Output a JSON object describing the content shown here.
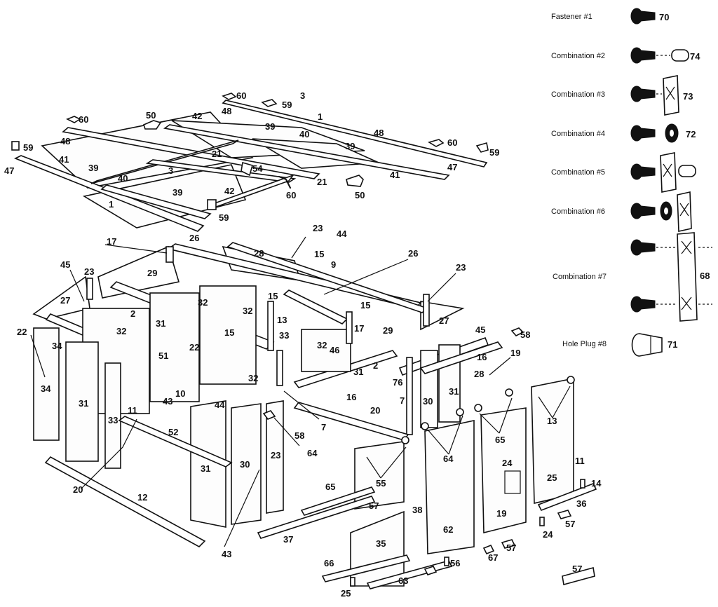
{
  "colors": {
    "ink": "#111111",
    "paper": "#ffffff"
  },
  "icons": {
    "screw": "screw-icon",
    "cap_nut": "cap-nut-icon",
    "washer": "washer-icon",
    "seal": "seal-icon",
    "hole_plug": "hole-plug-icon"
  },
  "legend": {
    "fastener1": {
      "label": "Fastener #1",
      "part": "70"
    },
    "combo2": {
      "label": "Combination #2",
      "part": "74"
    },
    "combo3": {
      "label": "Combination #3",
      "part": "73"
    },
    "combo4": {
      "label": "Combination #4",
      "part": "72"
    },
    "combo5": {
      "label": "Combination #5"
    },
    "combo6": {
      "label": "Combination #6"
    },
    "combo7": {
      "label": "Combination #7",
      "part": "68"
    },
    "plug8": {
      "label": "Hole Plug  #8",
      "part": "71"
    }
  },
  "callouts": {
    "roof": [
      "60",
      "3",
      "59",
      "48",
      "1",
      "60",
      "50",
      "42",
      "39",
      "40",
      "48",
      "59",
      "41",
      "39",
      "21",
      "3",
      "54",
      "40",
      "39",
      "42",
      "47",
      "1",
      "60",
      "59",
      "39",
      "48",
      "60",
      "59",
      "47",
      "21",
      "41",
      "50"
    ],
    "frame": [
      "17",
      "26",
      "23",
      "44",
      "28",
      "45",
      "23",
      "29",
      "15",
      "9",
      "26",
      "23",
      "27",
      "2",
      "32",
      "32",
      "15",
      "15",
      "13",
      "17",
      "29",
      "27",
      "45",
      "22",
      "32",
      "31",
      "15",
      "33",
      "32",
      "46",
      "58",
      "51",
      "22",
      "31",
      "2",
      "16",
      "19",
      "34",
      "32",
      "28",
      "76",
      "34",
      "31",
      "10",
      "16",
      "30",
      "43",
      "44",
      "7",
      "20",
      "11",
      "52",
      "31",
      "33",
      "31",
      "30",
      "23",
      "7",
      "58",
      "64",
      "64",
      "65",
      "13",
      "20",
      "12",
      "65",
      "55",
      "24",
      "11",
      "57",
      "14",
      "38",
      "25",
      "36",
      "19",
      "43",
      "37",
      "35",
      "62",
      "57",
      "24",
      "66",
      "67",
      "57",
      "56",
      "57",
      "25",
      "63"
    ]
  }
}
